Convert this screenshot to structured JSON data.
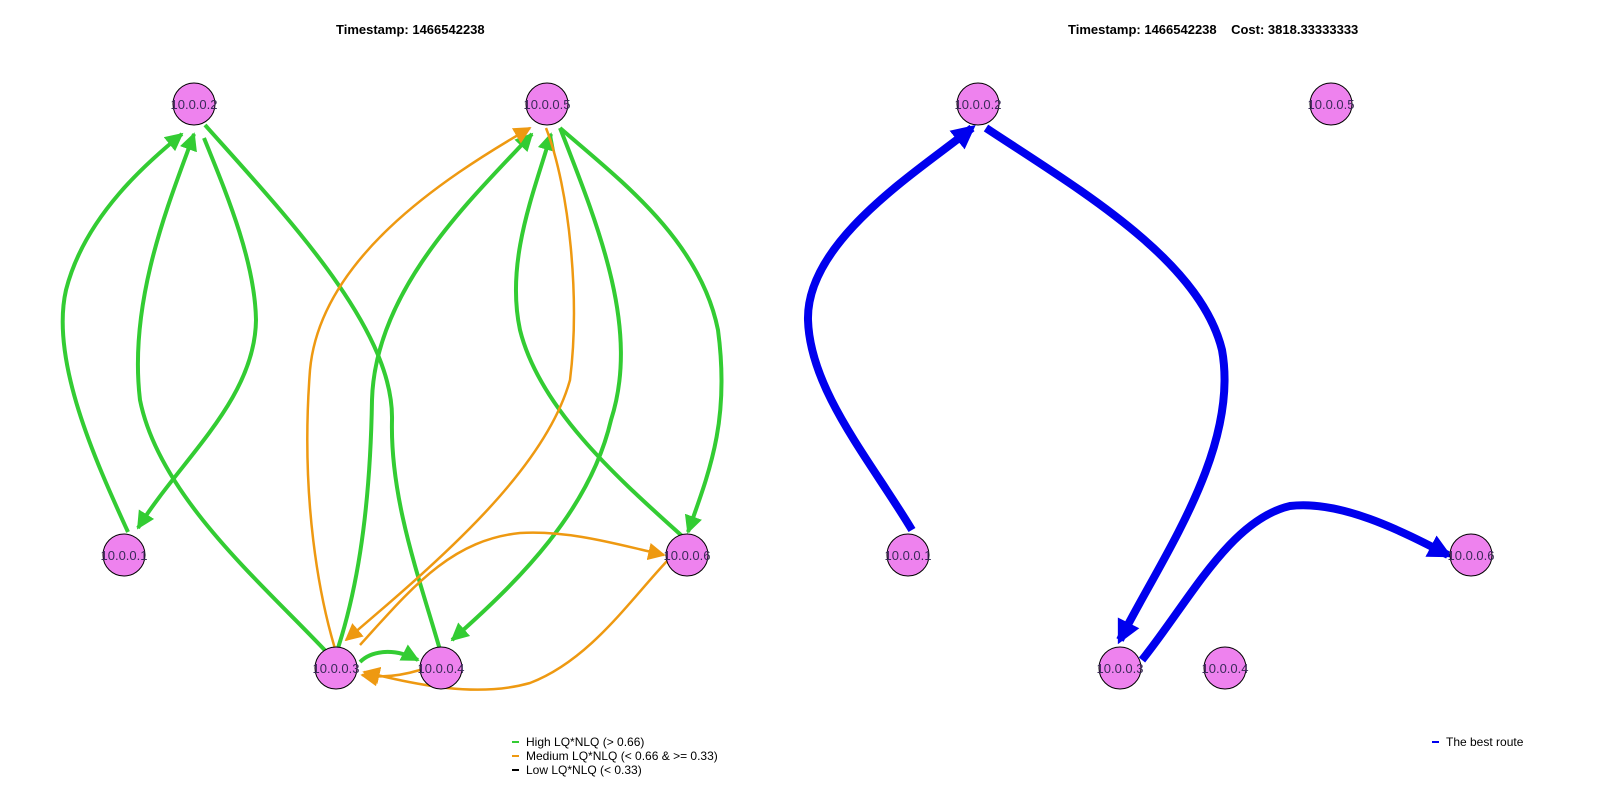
{
  "colors": {
    "high": "#33cc33",
    "medium": "#ee9911",
    "low": "#000000",
    "best_route": "#0000ee",
    "node_fill": "#ee82ee"
  },
  "left_panel": {
    "title": "Timestamp: 1466542238",
    "nodes": [
      "10.0.0.1",
      "10.0.0.2",
      "10.0.0.3",
      "10.0.0.4",
      "10.0.0.5",
      "10.0.0.6"
    ],
    "legend": [
      {
        "label": "High LQ*NLQ (> 0.66)",
        "color": "#33cc33"
      },
      {
        "label": "Medium LQ*NLQ (< 0.66 & >= 0.33)",
        "color": "#ee9911"
      },
      {
        "label": "Low LQ*NLQ (< 0.33)",
        "color": "#000000"
      }
    ]
  },
  "right_panel": {
    "title": "Timestamp: 1466542238    Cost: 3818.33333333",
    "nodes": [
      "10.0.0.1",
      "10.0.0.2",
      "10.0.0.3",
      "10.0.0.4",
      "10.0.0.5",
      "10.0.0.6"
    ],
    "legend": [
      {
        "label": "The best route",
        "color": "#0000ee"
      }
    ]
  }
}
